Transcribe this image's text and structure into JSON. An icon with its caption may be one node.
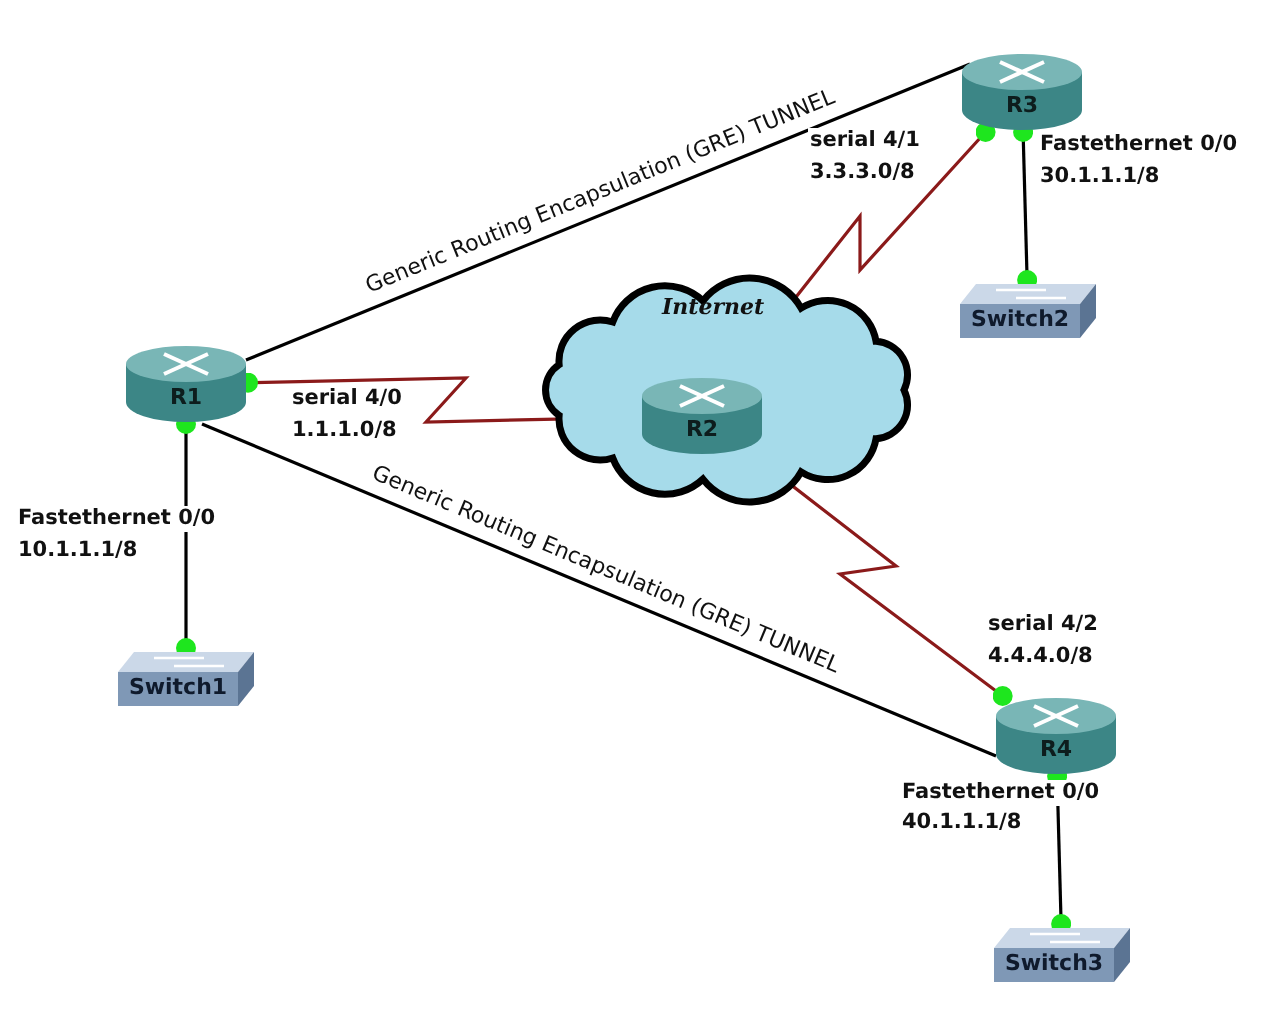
{
  "diagram": {
    "nodes": [
      {
        "text": [
          "Internet"
        ]
      },
      {
        "text": [
          "R1"
        ]
      },
      {
        "text": [
          "R2"
        ],
        "in": 0
      },
      {
        "text": [
          "R3"
        ]
      },
      {
        "text": [
          "R4"
        ]
      },
      {
        "text": [
          "Switch1"
        ]
      },
      {
        "text": [
          "Switch2"
        ]
      },
      {
        "text": [
          "Switch3"
        ]
      }
    ],
    "edges": [
      {
        "from": 1,
        "to": 3,
        "arrow": "none",
        "label": "Generic Routing Encapsulation (GRE) TUNNEL"
      },
      {
        "from": 1,
        "to": 4,
        "arrow": "none",
        "label": "Generic Routing Encapsulation (GRE) TUNNEL"
      },
      {
        "from": 1,
        "to": 2,
        "arrow": "other",
        "color": "#8b1a1a"
      },
      {
        "from": 3,
        "to": 2,
        "arrow": "other",
        "color": "#8b1a1a"
      },
      {
        "from": 2,
        "to": 4,
        "arrow": "other",
        "color": "#8b1a1a"
      },
      {
        "from": 1,
        "to": 5,
        "arrow": "other"
      },
      {
        "from": 3,
        "to": 6,
        "arrow": "other"
      },
      {
        "from": 4,
        "to": 7,
        "arrow": "other"
      }
    ],
    "labels": [
      "serial 4/1",
      "3.3.3.0/8",
      "Fastethernet 0/0",
      "30.1.1.1/8",
      "serial 4/0",
      "1.1.1.0/8",
      "Fastethernet 0/0",
      "10.1.1.1/8",
      "serial 4/2",
      "4.4.4.0/8",
      "Fastethernet 0/0",
      "40.1.1.1/8"
    ]
  }
}
